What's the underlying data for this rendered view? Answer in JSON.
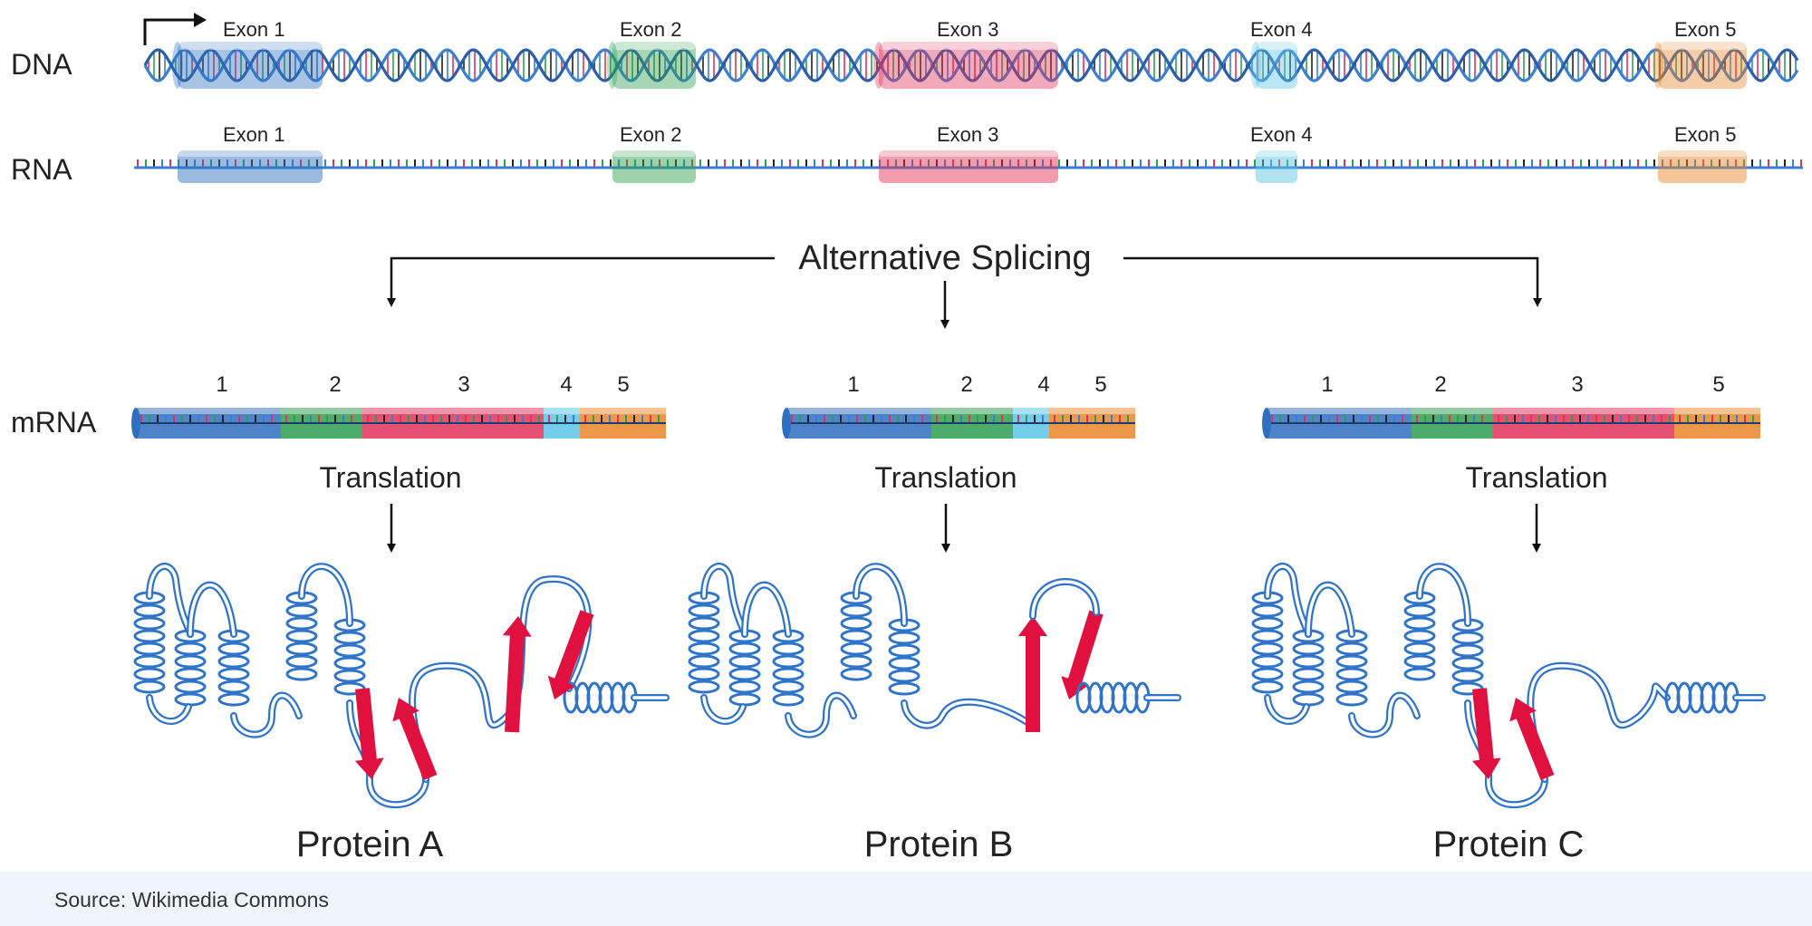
{
  "row_labels": {
    "dna": "DNA",
    "rna": "RNA",
    "mrna": "mRNA"
  },
  "exons": [
    {
      "label": "Exon  1",
      "number": "1",
      "color": "#2f6fbf"
    },
    {
      "label": "Exon  2",
      "number": "2",
      "color": "#2e9e4f"
    },
    {
      "label": "Exon  3",
      "number": "3",
      "color": "#e0325a"
    },
    {
      "label": "Exon 4",
      "number": "4",
      "color": "#5cc4e6"
    },
    {
      "label": "Exon  5",
      "number": "5",
      "color": "#e8862a"
    }
  ],
  "splicing_label": "Alternative Splicing",
  "isoforms": [
    {
      "exons": [
        "1",
        "2",
        "3",
        "4",
        "5"
      ],
      "translation": "Translation",
      "protein": "Protein A"
    },
    {
      "exons": [
        "1",
        "2",
        "4",
        "5"
      ],
      "translation": "Translation",
      "protein": "Protein B"
    },
    {
      "exons": [
        "1",
        "2",
        "3",
        "5"
      ],
      "translation": "Translation",
      "protein": "Protein C"
    }
  ],
  "colors": {
    "strand": "#3a7fd0",
    "protein": "#2f74c8",
    "sheet_arrow": "#e0103f",
    "caption_bg": "#eef5fc"
  },
  "source": "Source: Wikimedia Commons"
}
